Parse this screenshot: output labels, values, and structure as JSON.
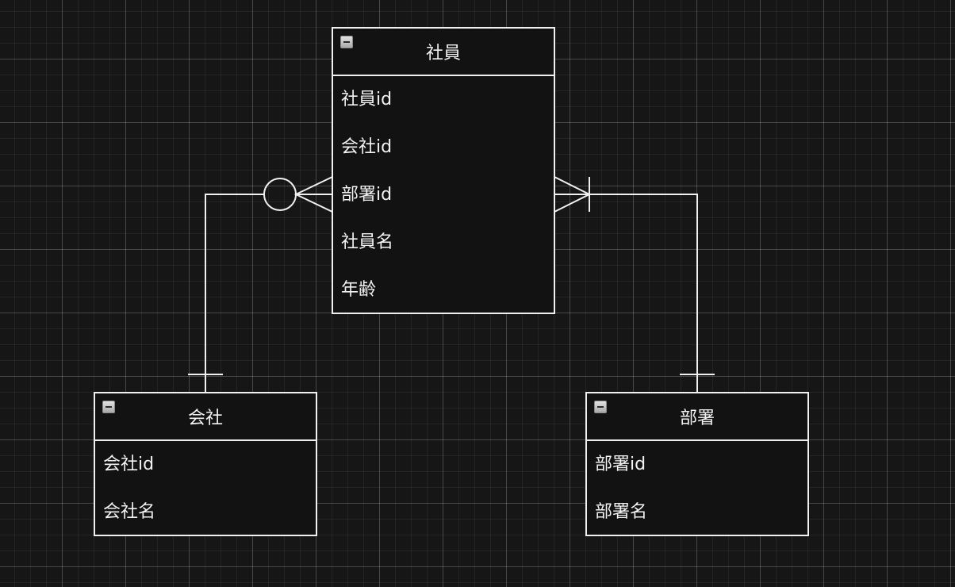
{
  "tables": {
    "employee": {
      "title": "社員",
      "fields": [
        "社員id",
        "会社id",
        "部署id",
        "社員名",
        "年齢"
      ]
    },
    "company": {
      "title": "会社",
      "fields": [
        "会社id",
        "会社名"
      ]
    },
    "department": {
      "title": "部署",
      "fields": [
        "部署id",
        "部署名"
      ]
    }
  },
  "relationships": [
    {
      "from": "company",
      "to": "employee",
      "from_cardinality": "exactly-one",
      "to_cardinality": "zero-or-many"
    },
    {
      "from": "department",
      "to": "employee",
      "from_cardinality": "exactly-one",
      "to_cardinality": "one-or-many"
    }
  ],
  "colors": {
    "background": "#161616",
    "line": "#f0f0f0",
    "text": "#f2f2f2"
  }
}
